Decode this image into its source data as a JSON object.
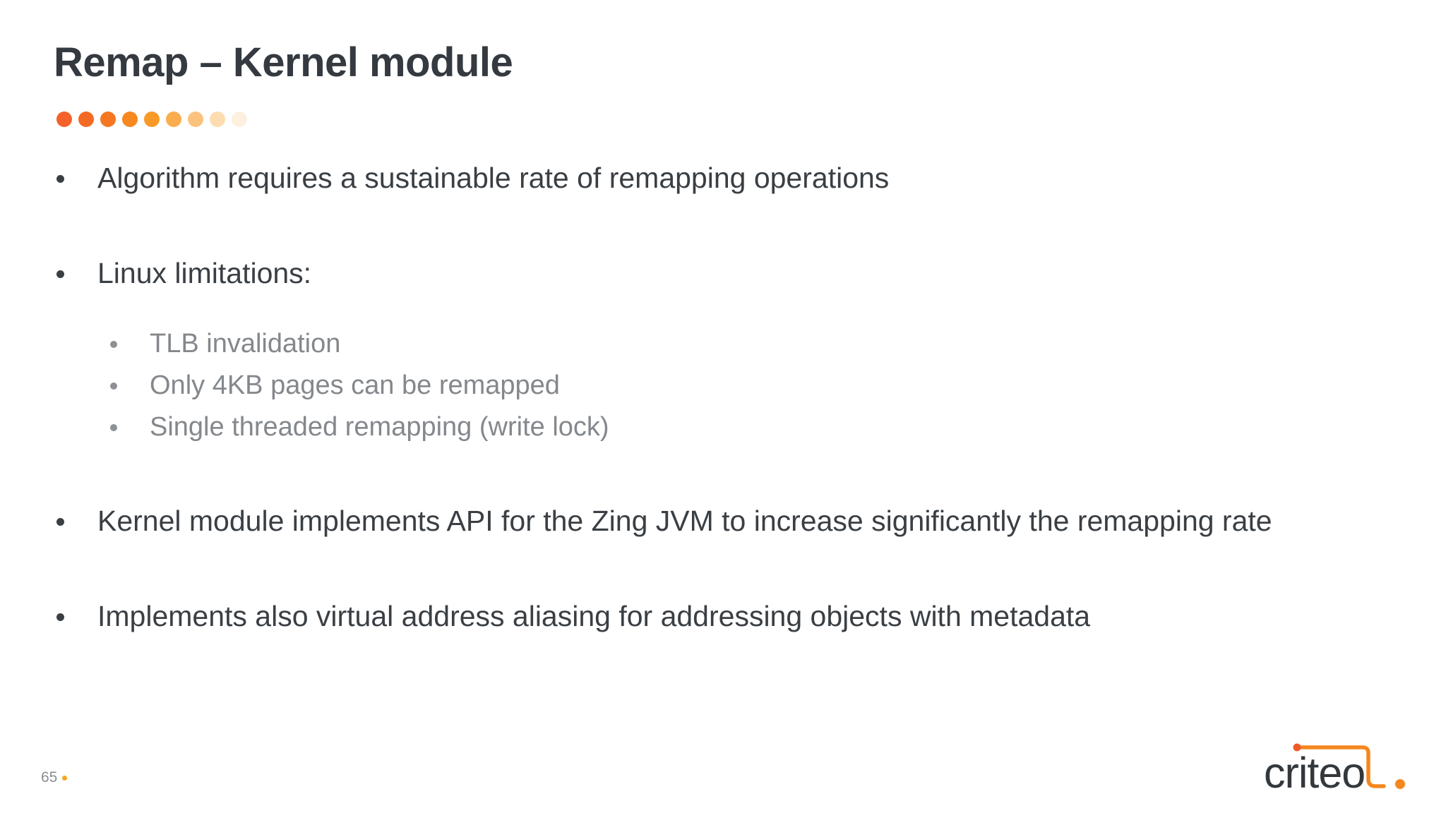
{
  "slide": {
    "title": "Remap – Kernel module",
    "accent_color": "#F26522",
    "title_color": "#343A40",
    "body_color": "#3A3F44",
    "sub_color": "#84888C",
    "background": "#FFFFFF",
    "dot_strip": {
      "count": 9,
      "colors": [
        "#F4612A",
        "#F46A24",
        "#F57722",
        "#F7871F",
        "#F89A28",
        "#FAAD4E",
        "#FBC27E",
        "#FCDCB0",
        "#FDF0DF"
      ]
    },
    "bullets": [
      {
        "level": 1,
        "text": "Algorithm requires a sustainable rate of remapping operations"
      },
      {
        "level": 1,
        "text": "Linux limitations:"
      },
      {
        "level": 2,
        "text": "TLB invalidation"
      },
      {
        "level": 2,
        "text": "Only 4KB pages can be remapped"
      },
      {
        "level": 2,
        "text": "Single threaded remapping (write lock)"
      },
      {
        "level": 1,
        "text": "Kernel module implements API for the Zing JVM to increase significantly the remapping rate"
      },
      {
        "level": 1,
        "text": "Implements also virtual address aliasing for addressing objects with metadata"
      }
    ],
    "footer": {
      "page_number": "65",
      "logo_text": "criteo",
      "logo_dark": "#33383D",
      "logo_accent": "#F5871F"
    }
  }
}
